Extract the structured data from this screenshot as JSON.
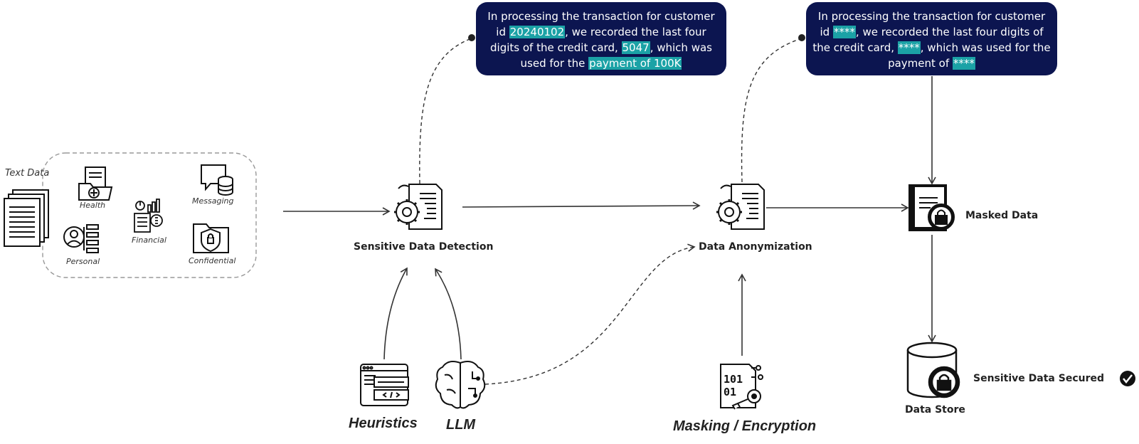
{
  "input": {
    "title": "Text Data",
    "categories": {
      "health": "Health",
      "messaging": "Messaging",
      "financial": "Financial",
      "personal": "Personal",
      "confidential": "Confidential"
    }
  },
  "steps": {
    "detection": "Sensitive Data Detection",
    "anonymization": "Data Anonymization",
    "masked": "Masked Data",
    "store": "Data Store",
    "secured": "Sensitive Data Secured"
  },
  "methods": {
    "heuristics": "Heuristics",
    "llm": "LLM",
    "masking": "Masking / Encryption"
  },
  "bubble_original": {
    "t1": "In processing the transaction for customer id ",
    "h1": "20240102",
    "t2": ", we recorded the last four digits of the credit card, ",
    "h2": "5047",
    "t3": ", which was used for the ",
    "h3": "payment of 100K"
  },
  "bubble_masked": {
    "t1": "In processing the transaction for customer id ",
    "h1": "****",
    "t2": ", we recorded the last four digits of the credit card, ",
    "h2": "****",
    "t3": ", which was used for the payment of ",
    "h3": "****"
  },
  "colors": {
    "bubble_bg": "#0c1550",
    "highlight": "#1ba2a6",
    "line": "#333333"
  },
  "icons": {
    "documents": "text-documents-icon",
    "health": "medical-folder-icon",
    "messaging": "chat-database-icon",
    "financial": "financial-report-icon",
    "personal": "user-profile-icon",
    "confidential": "shield-folder-icon",
    "detection": "gear-document-icon",
    "anonymization": "gear-document-icon",
    "masked": "locked-book-icon",
    "store": "locked-database-icon",
    "heuristics": "code-window-icon",
    "llm": "brain-circuit-icon",
    "masking": "binary-key-icon",
    "check": "check-circle-icon"
  }
}
